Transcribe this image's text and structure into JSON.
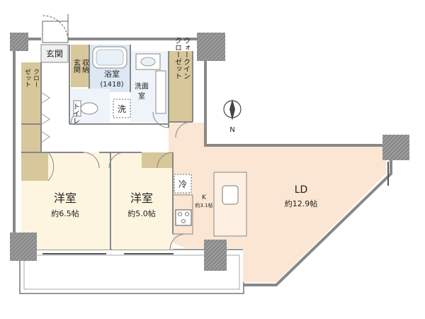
{
  "rooms": {
    "genkan": "玄関",
    "genkan_storage_1": "玄関",
    "genkan_storage_2": "収納",
    "closet_1": "クロー",
    "closet_2": "ゼット",
    "bath": "浴室",
    "bath_size": "(1418)",
    "washroom_1": "洗面",
    "washroom_2": "室",
    "toilet": "トイレ",
    "washer": "洗",
    "walkin_1": "ウォークイン",
    "walkin_2": "クローゼット",
    "western1_name": "洋室",
    "western1_size": "約6.5帖",
    "western2_name": "洋室",
    "western2_size": "約5.0帖",
    "fridge": "冷",
    "kitchen_name": "K",
    "kitchen_size": "約3.1帖",
    "ld_name": "LD",
    "ld_size": "約12.9帖"
  },
  "compass": {
    "north": "N"
  },
  "colors": {
    "ld_floor": "#fbe6d3",
    "room_floor": "#fdf5e0",
    "storage": "#d7c79a",
    "wet_area": "#dce9f5",
    "wall": "#888888",
    "column": "#8a8a8a"
  }
}
